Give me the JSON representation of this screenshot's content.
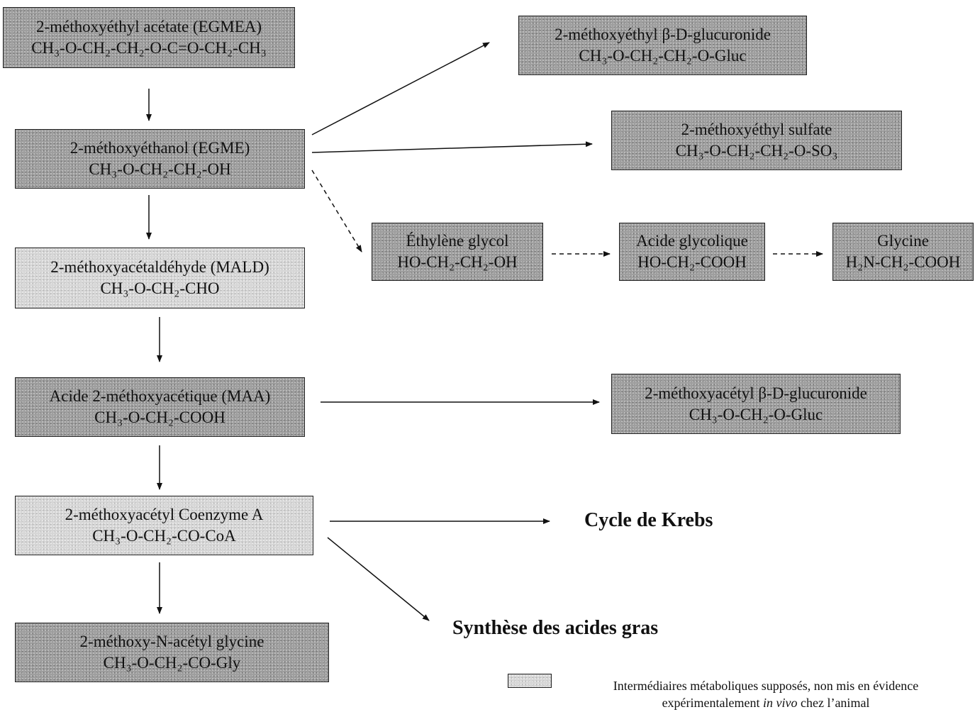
{
  "nodes": {
    "egmea": {
      "name": "2-méthoxyéthyl acétate (EGMEA)",
      "formula": "CH₃-O-CH₂-CH₂-O-C=O-CH₂-CH₃"
    },
    "egme": {
      "name": "2-méthoxyéthanol (EGME)",
      "formula": "CH₃-O-CH₂-CH₂-OH"
    },
    "mald": {
      "name": "2-méthoxyacétaldéhyde (MALD)",
      "formula": "CH₃-O-CH₂-CHO"
    },
    "maa": {
      "name": "Acide 2-méthoxyacétique (MAA)",
      "formula": "CH₃-O-CH₂-COOH"
    },
    "coa": {
      "name": "2-méthoxyacétyl Coenzyme A",
      "formula": "CH₃-O-CH₂-CO-CoA"
    },
    "gly_conj": {
      "name": "2-méthoxy-N-acétyl glycine",
      "formula": "CH₃-O-CH₂-CO-Gly"
    },
    "glucuronide": {
      "name": "2-méthoxyéthyl β-D-glucuronide",
      "formula": "CH₃-O-CH₂-CH₂-O-Gluc"
    },
    "sulfate": {
      "name": "2-méthoxyéthyl sulfate",
      "formula": "CH₃-O-CH₂-CH₂-O-SO₃"
    },
    "ethylene_glycol": {
      "name": "Éthylène glycol",
      "formula": "HO-CH₂-CH₂-OH"
    },
    "glycolic_acid": {
      "name": "Acide glycolique",
      "formula": "HO-CH₂-COOH"
    },
    "glycine": {
      "name": "Glycine",
      "formula": "H₂N-CH₂-COOH"
    },
    "maa_glucuronide": {
      "name": "2-méthoxyacétyl β-D-glucuronide",
      "formula": "CH₃-O-CH₂-O-Gluc"
    }
  },
  "outcomes": {
    "krebs": "Cycle de Krebs",
    "fatty_acids": "Synthèse des acides gras"
  },
  "legend": {
    "line1": "Intermédiaires métaboliques supposés, non mis en évidence",
    "line2_prefix": "expérimentalement ",
    "line2_italic": "in vivo",
    "line2_suffix": " chez l’animal"
  },
  "colors": {
    "established": "#9e9e9e",
    "hypothetical": "#d6d6d6",
    "arrow": "#111111"
  }
}
